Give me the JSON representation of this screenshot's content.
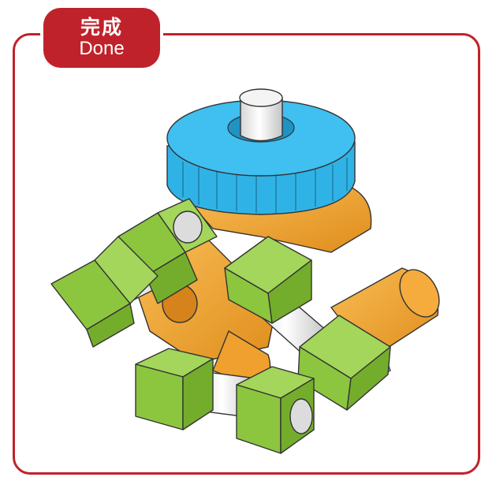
{
  "badge": {
    "title_zh": "完成",
    "title_en": "Done"
  },
  "colors": {
    "frame": "#c0222b",
    "knob": "#2fb3e6",
    "body": "#f2a431",
    "blocks": "#8cc63f",
    "axles": "#e8e8e8"
  },
  "illustration": {
    "icon": "assembled-block-model",
    "parts": [
      "blue-knob",
      "orange-cylinders",
      "green-cubes",
      "white-axles"
    ]
  }
}
